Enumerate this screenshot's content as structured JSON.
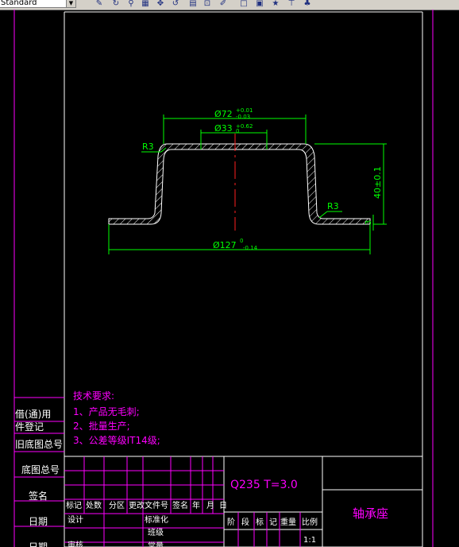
{
  "toolbar": {
    "style_name": "Standard",
    "buttons": [
      {
        "name": "match-properties-icon",
        "glyph": "✎"
      },
      {
        "name": "orbit-icon",
        "glyph": "↻"
      },
      {
        "name": "zoom-extents-icon",
        "glyph": "⚲"
      },
      {
        "name": "layer-grid-icon",
        "glyph": "▦"
      },
      {
        "name": "pan-icon",
        "glyph": "✥"
      },
      {
        "name": "refresh-icon",
        "glyph": "↺"
      },
      {
        "name": "table-icon",
        "glyph": "▤"
      },
      {
        "name": "zoom-window-icon",
        "glyph": "⊡"
      },
      {
        "name": "pencil-icon",
        "glyph": "✐"
      },
      {
        "name": "rectangle-icon",
        "glyph": "□"
      },
      {
        "name": "block-icon",
        "glyph": "▣"
      },
      {
        "name": "star-icon",
        "glyph": "★"
      },
      {
        "name": "pin-icon",
        "glyph": "⊤"
      },
      {
        "name": "paint-icon",
        "glyph": "♣"
      }
    ]
  },
  "drawing": {
    "dimensions": {
      "top_dia": "Ø72",
      "top_tol_upper": "+0.01",
      "top_tol_lower": "-0.03",
      "hole_dia": "Ø33",
      "hole_tol_lower": "0",
      "hole_tol_upper": "+0.62",
      "radius_left": "R3",
      "radius_right": "R3",
      "height": "40±0.1",
      "thickness": "3",
      "base_dia": "Ø127",
      "base_tol_upper": "0",
      "base_tol_lower": "-0.14"
    },
    "tech_notes": {
      "title": "技术要求:",
      "lines": [
        "1、产品无毛刺;",
        "2、批量生产;",
        "3、公差等级IT14级;"
      ]
    },
    "left_strip": [
      "借(通)用",
      "件登记",
      "旧底图总号",
      "底图总号",
      "签名",
      "日期",
      "日期"
    ],
    "title_block": {
      "material": "Q235   T=3.0",
      "part_name": "轴承座",
      "rev_headers": [
        "标记",
        "处数",
        "分区",
        "更改文件号",
        "签名",
        "年",
        "月",
        "日"
      ],
      "rows": [
        "设计",
        "审核"
      ],
      "labels": [
        "标准化",
        "班级",
        "常量"
      ],
      "stage_headers": [
        "阶",
        "段",
        "标",
        "记",
        "重量",
        "比例"
      ],
      "scale": "1:1"
    }
  }
}
